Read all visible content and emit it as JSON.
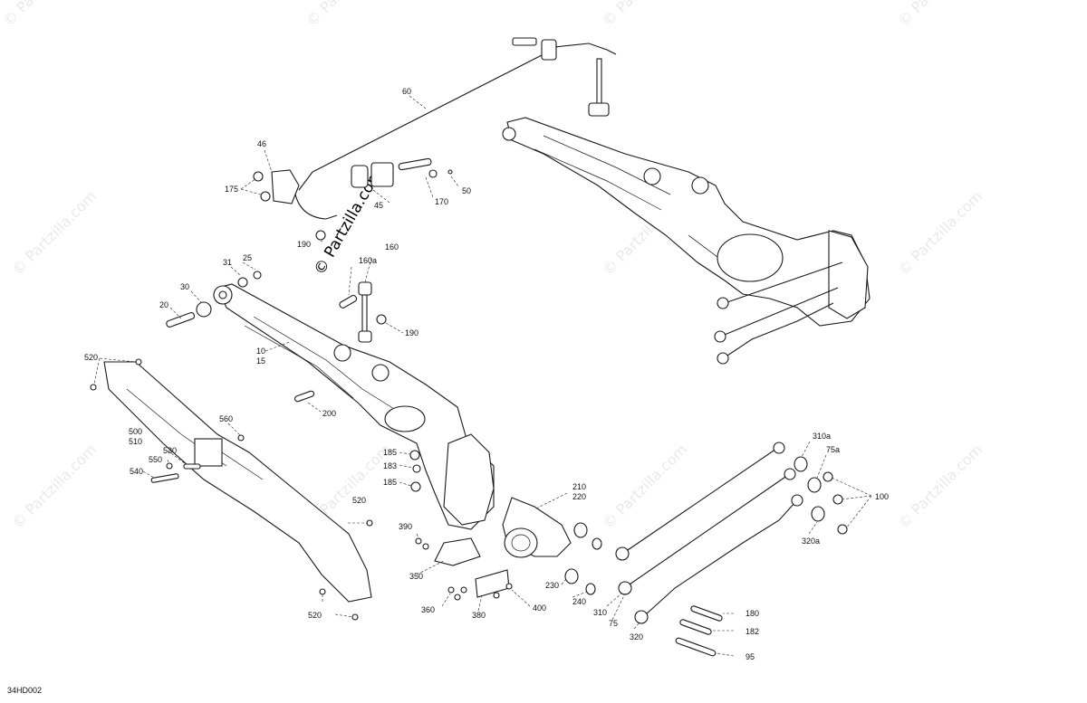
{
  "diagram_code": "34HD002",
  "watermark_text": "© Partzilla.com",
  "callouts": {
    "c60": "60",
    "c46": "46",
    "c175": "175",
    "c45": "45",
    "c170": "170",
    "c50": "50",
    "c190a": "190",
    "c160": "160",
    "c160a": "160a",
    "c190b": "190",
    "c31": "31",
    "c25": "25",
    "c30": "30",
    "c20": "20",
    "c10": "10",
    "c15": "15",
    "c200": "200",
    "c520a": "520",
    "c500": "500",
    "c510": "510",
    "c560": "560",
    "c530": "530",
    "c550": "550",
    "c540": "540",
    "c520b": "520",
    "c520c": "520",
    "c185a": "185",
    "c183": "183",
    "c185b": "185",
    "c210": "210",
    "c220": "220",
    "c390": "390",
    "c350": "350",
    "c360": "360",
    "c380": "380",
    "c400": "400",
    "c230": "230",
    "c240": "240",
    "c310": "310",
    "c75": "75",
    "c320": "320",
    "c310a": "310a",
    "c75a": "75a",
    "c100": "100",
    "c320a": "320a",
    "c180": "180",
    "c182": "182",
    "c95": "95"
  }
}
